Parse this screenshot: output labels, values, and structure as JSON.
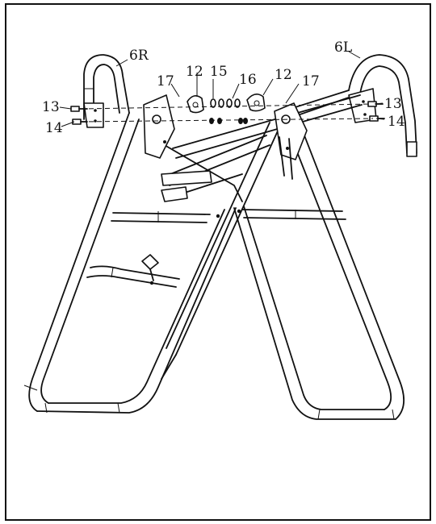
{
  "diagram": {
    "parts": [
      {
        "id": "6R",
        "label": "6R"
      },
      {
        "id": "6L",
        "label": "6L"
      },
      {
        "id": "12a",
        "label": "12"
      },
      {
        "id": "12b",
        "label": "12"
      },
      {
        "id": "13a",
        "label": "13"
      },
      {
        "id": "13b",
        "label": "13"
      },
      {
        "id": "14a",
        "label": "14"
      },
      {
        "id": "14b",
        "label": "14"
      },
      {
        "id": "15",
        "label": "15"
      },
      {
        "id": "16",
        "label": "16"
      },
      {
        "id": "17a",
        "label": "17"
      },
      {
        "id": "17b",
        "label": "17"
      }
    ]
  }
}
